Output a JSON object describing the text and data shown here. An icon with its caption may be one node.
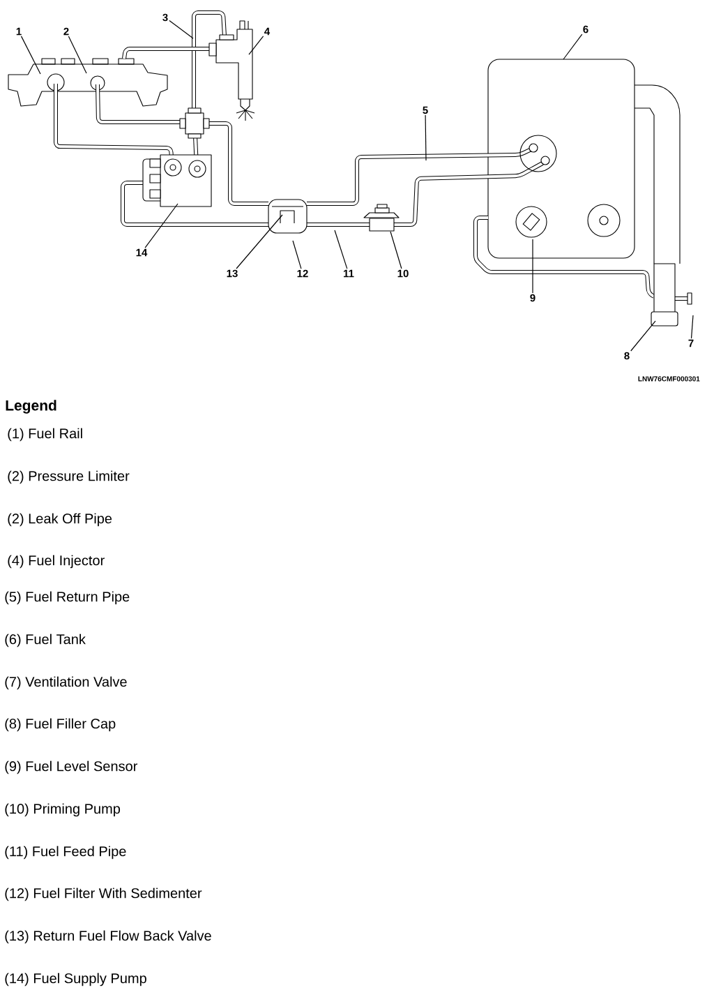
{
  "diagram": {
    "nodes": [
      {
        "text": [
          "1"
        ]
      },
      {
        "text": [
          "2"
        ]
      },
      {
        "text": [
          "3"
        ]
      },
      {
        "text": [
          "4"
        ]
      },
      {
        "text": [
          "5"
        ]
      },
      {
        "text": [
          "6"
        ]
      },
      {
        "text": [
          "7"
        ]
      },
      {
        "text": [
          "8"
        ]
      },
      {
        "text": [
          "9"
        ]
      },
      {
        "text": [
          "10"
        ]
      },
      {
        "text": [
          "11"
        ]
      },
      {
        "text": [
          "12"
        ]
      },
      {
        "text": [
          "13"
        ]
      },
      {
        "text": [
          "14"
        ]
      }
    ],
    "edges": [
      {
        "from": 0,
        "to": null,
        "arrow": "none"
      },
      {
        "from": 1,
        "to": null,
        "arrow": "none"
      },
      {
        "from": 2,
        "to": null,
        "arrow": "none"
      },
      {
        "from": 3,
        "to": null,
        "arrow": "none"
      },
      {
        "from": 4,
        "to": null,
        "arrow": "none"
      },
      {
        "from": 5,
        "to": null,
        "arrow": "none"
      },
      {
        "from": 6,
        "to": null,
        "arrow": "none"
      },
      {
        "from": 7,
        "to": null,
        "arrow": "none"
      },
      {
        "from": 8,
        "to": null,
        "arrow": "none"
      },
      {
        "from": 9,
        "to": null,
        "arrow": "none"
      },
      {
        "from": 10,
        "to": null,
        "arrow": "none"
      },
      {
        "from": 11,
        "to": null,
        "arrow": "none"
      },
      {
        "from": 12,
        "to": null,
        "arrow": "none"
      },
      {
        "from": 13,
        "to": null,
        "arrow": "none"
      }
    ],
    "labels": [
      "LNW76CMF000301",
      "Legend",
      "(1) Fuel Rail",
      "(2) Pressure Limiter",
      "(2) Leak Off Pipe",
      "(4) Fuel Injector",
      "(5) Fuel Return Pipe",
      "(6) Fuel Tank",
      "(7) Ventilation Valve",
      "(8) Fuel Filler Cap",
      "(9) Fuel Level Sensor",
      "(10) Priming Pump",
      "(11) Fuel Feed Pipe",
      "(12) Fuel Filter With Sedimenter",
      "(13) Return Fuel Flow Back Valve",
      "(14) Fuel Supply Pump"
    ]
  }
}
